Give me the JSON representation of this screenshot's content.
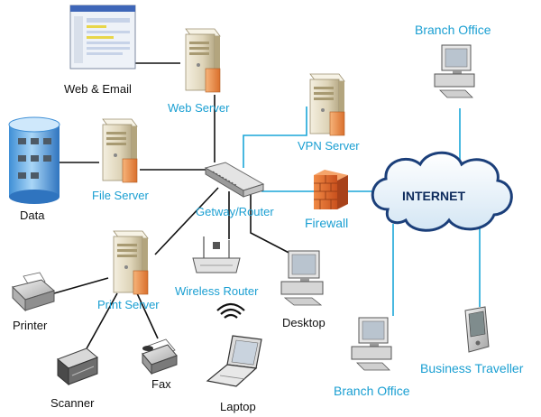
{
  "labels": {
    "web_email": "Web & Email",
    "web_server": "Web Server",
    "data": "Data",
    "file_server": "File Server",
    "vpn_server": "VPN Server",
    "gateway_router": "Getway/Router",
    "firewall": "Firewall",
    "internet": "INTERNET",
    "branch_office_top": "Branch Office",
    "branch_office_bottom": "Branch Office",
    "business_traveller": "Business Traveller",
    "wireless_router": "Wireless Router",
    "print_server": "Print Server",
    "desktop": "Desktop",
    "printer": "Printer",
    "scanner": "Scanner",
    "fax": "Fax",
    "laptop": "Laptop"
  },
  "icons": {
    "web_email": "monitor-screen-icon",
    "web_server": "server-tower-icon",
    "data": "database-cylinder-icon",
    "file_server": "server-tower-icon",
    "vpn_server": "server-tower-icon",
    "gateway_router": "network-switch-icon",
    "firewall": "brick-firewall-icon",
    "internet": "cloud-icon",
    "branch_office": "desktop-computer-icon",
    "business_traveller": "pda-device-icon",
    "wireless_router": "wireless-router-icon",
    "print_server": "server-tower-icon",
    "desktop": "desktop-computer-icon",
    "printer": "printer-icon",
    "scanner": "scanner-icon",
    "fax": "fax-machine-icon",
    "laptop": "laptop-icon",
    "wifi_signal": "wifi-signal-icon"
  },
  "colors": {
    "lan_wire": "#111111",
    "wan_wire": "#1aa6d8",
    "label_blue": "#1a9fd2",
    "label_dark": "#111111",
    "internet_text": "#0d2a5c",
    "firewall": "#e0672a"
  }
}
